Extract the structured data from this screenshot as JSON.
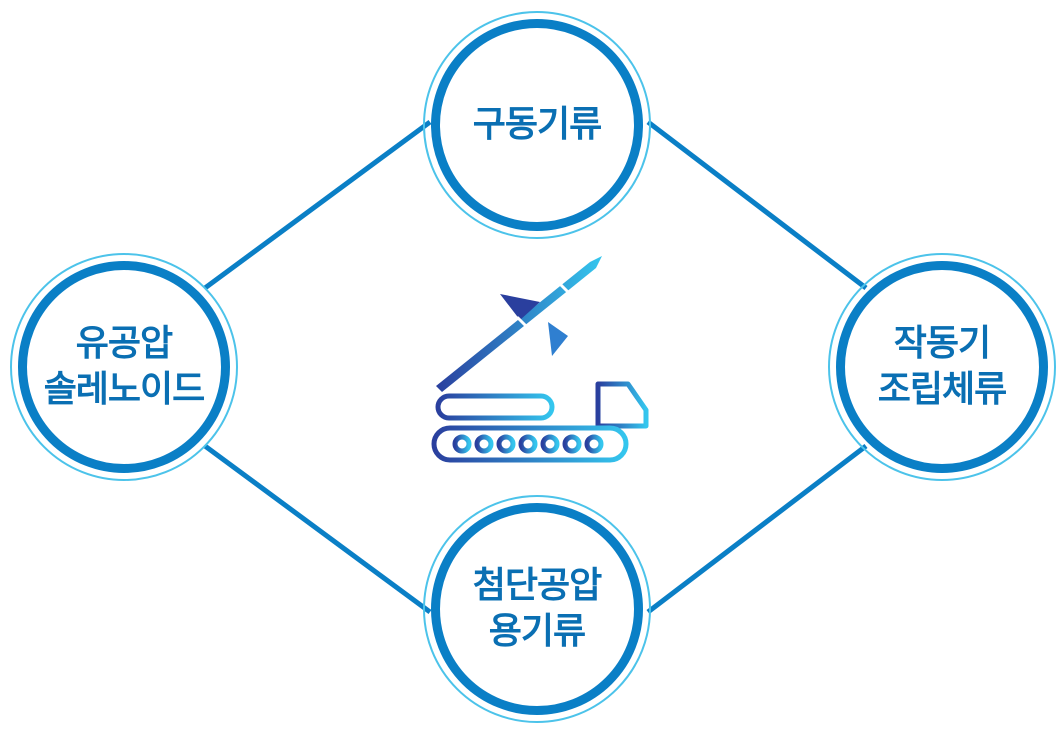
{
  "nodes": {
    "top": {
      "label": "구동기류"
    },
    "left": {
      "label": "유공압\n솔레노이드"
    },
    "right": {
      "label": "작동기\n조립체류"
    },
    "bottom": {
      "label": "첨단공압\n용기류"
    }
  },
  "center_icon": "missile-launcher-vehicle-icon",
  "colors": {
    "ring": "#0a7fc6",
    "ring_outline": "#4cc3ea",
    "text": "#0a6fb3",
    "connector": "#0a7fc6",
    "icon_dark": "#2a3f9e",
    "icon_light": "#34c6ee"
  }
}
